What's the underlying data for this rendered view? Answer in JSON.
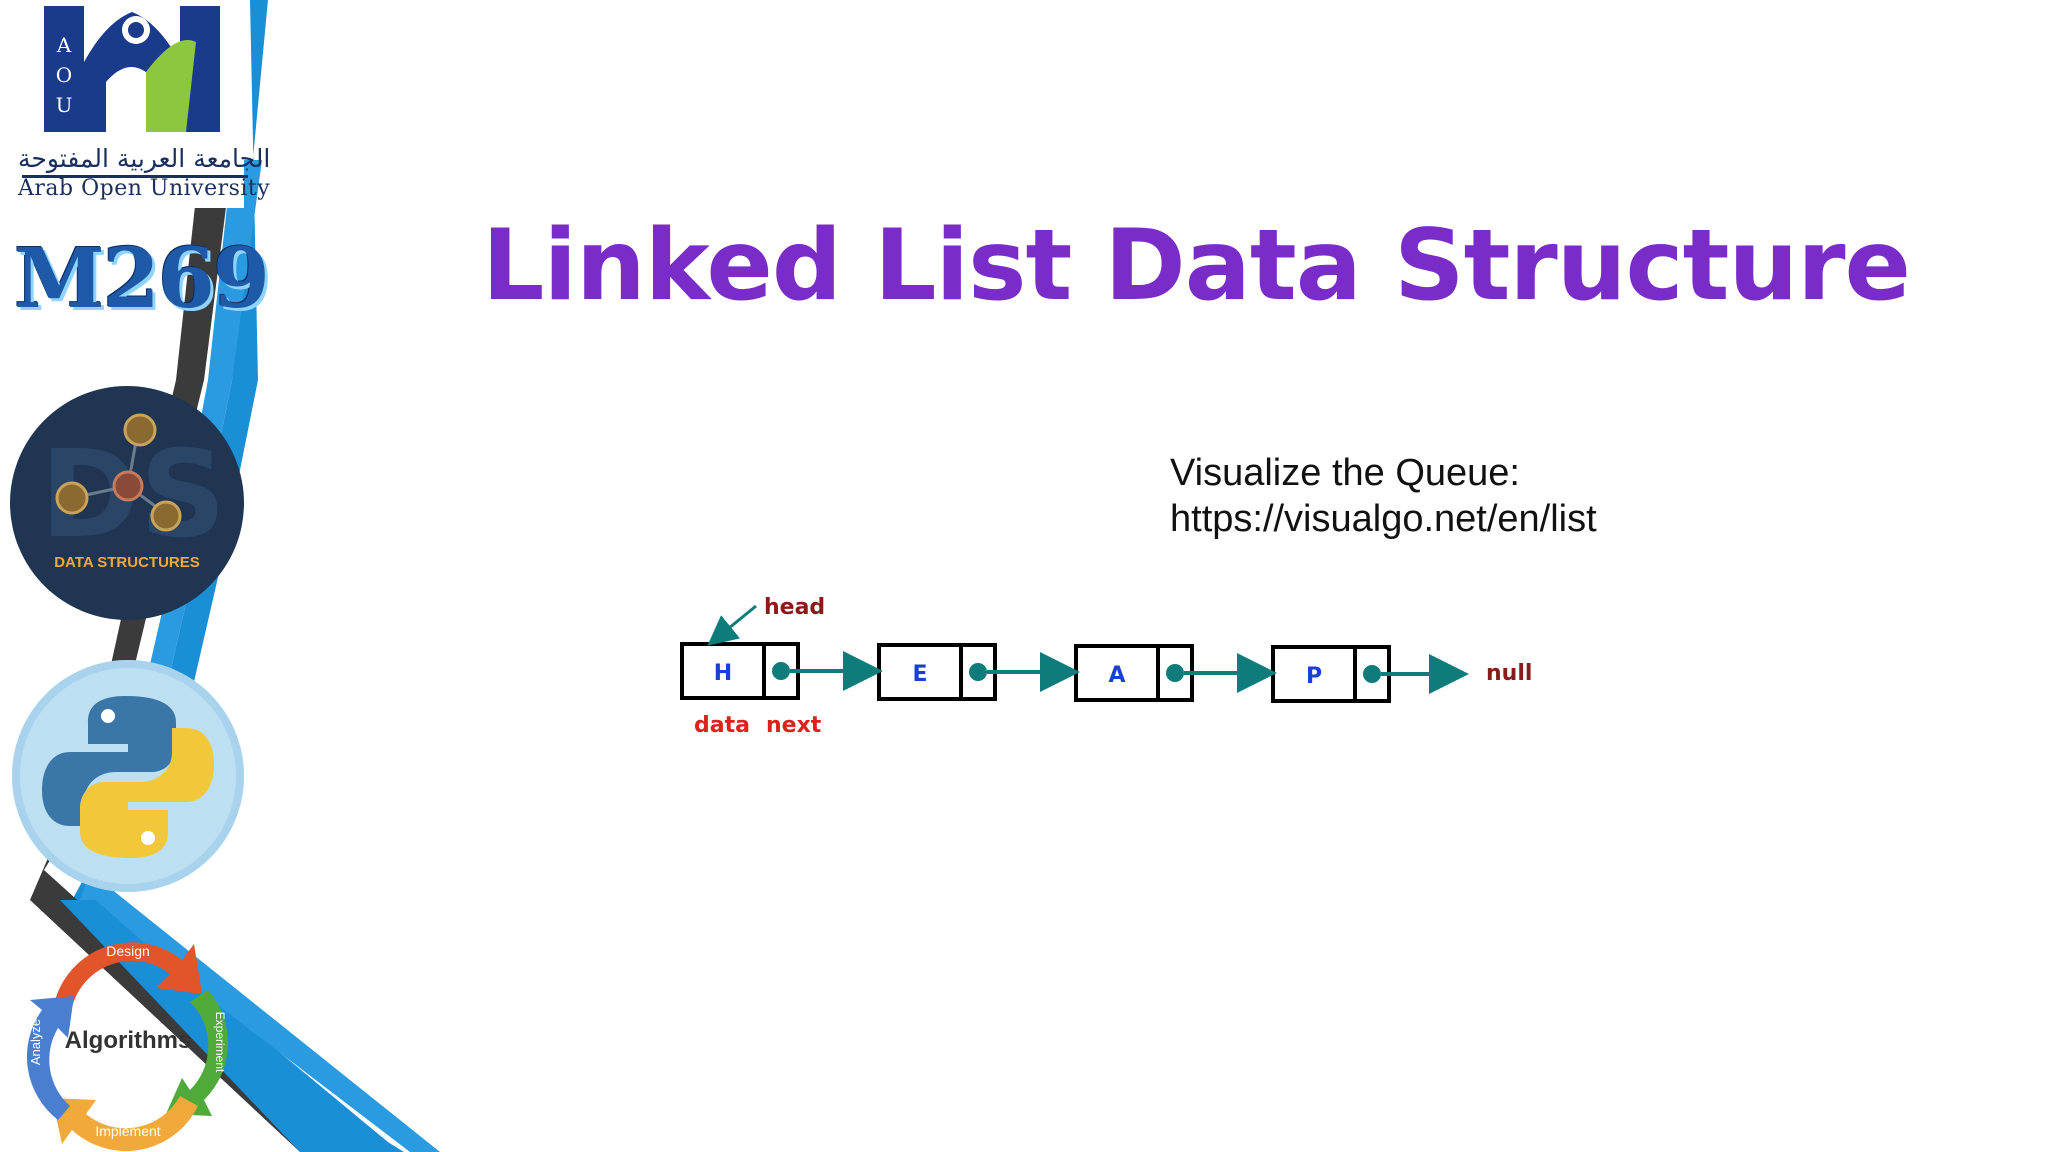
{
  "logo": {
    "arabic_name": "الجامعة العربية المفتوحة",
    "english_name": "Arab Open University"
  },
  "course_code": "M269",
  "badges": {
    "data_structures": "DATA STRUCTURES",
    "algorithms_cycle": {
      "center": "Algorithms",
      "design": "Design",
      "implement": "Implement",
      "analyze": "Analyze",
      "experiment": "Experiment"
    }
  },
  "slide": {
    "title": "Linked List Data Structure",
    "visualize_label": "Visualize the Queue:",
    "visualize_url": "https://visualgo.net/en/list"
  },
  "diagram": {
    "nodes": [
      "H",
      "E",
      "A",
      "P"
    ],
    "head_label": "head",
    "data_label": "data",
    "next_label": "next",
    "null_label": "null",
    "colors": {
      "arrow": "#0e7c7b",
      "node_text": "#1a3fd6",
      "head": "#8b1a1a",
      "field_labels": "#e0201a"
    }
  },
  "colors": {
    "title": "#7a2cc9",
    "stripe_blue": "#1b8fd6",
    "stripe_dark": "#3a3a3a"
  }
}
